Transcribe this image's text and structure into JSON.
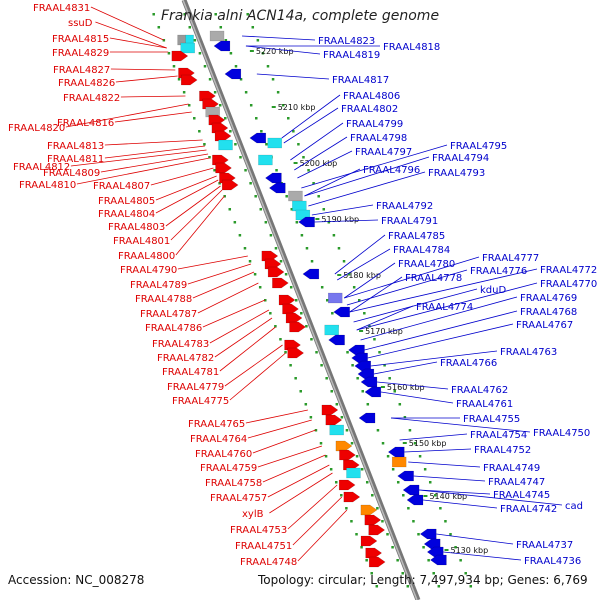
{
  "title": "Frankia alni ACN14a, complete genome",
  "footer": {
    "accession": "Accession: NC_008278",
    "topology": "Topology: circular; Length: 7,497,934 bp; Genes: 6,769"
  },
  "colors": {
    "plus_strand": "#dd0000",
    "minus_strand": "#0000cc",
    "backbone": "#888888",
    "tick": "#33aa33"
  },
  "kbp_marks": [
    "5220 kbp",
    "5210 kbp",
    "5200 kbp",
    "5190 kbp",
    "5180 kbp",
    "5170 kbp",
    "5160 kbp",
    "5150 kbp",
    "5140 kbp",
    "5130 kbp"
  ],
  "left_labels": [
    "FRAAL4831",
    "ssuD",
    "FRAAL4815",
    "FRAAL4829",
    "FRAAL4827",
    "FRAAL4826",
    "FRAAL4822",
    "FRAAL4820",
    "FRAAL4816",
    "FRAAL4813",
    "FRAAL4811",
    "FRAAL4812",
    "FRAAL4809",
    "FRAAL4810",
    "FRAAL4807",
    "FRAAL4805",
    "FRAAL4804",
    "FRAAL4803",
    "FRAAL4801",
    "FRAAL4800",
    "FRAAL4790",
    "FRAAL4789",
    "FRAAL4788",
    "FRAAL4787",
    "FRAAL4786",
    "FRAAL4783",
    "FRAAL4782",
    "FRAAL4781",
    "FRAAL4779",
    "FRAAL4775",
    "FRAAL4765",
    "FRAAL4764",
    "FRAAL4760",
    "FRAAL4759",
    "FRAAL4758",
    "FRAAL4757",
    "xylB",
    "FRAAL4753",
    "FRAAL4751",
    "FRAAL4748"
  ],
  "right_labels": [
    "FRAAL4823",
    "FRAAL4819",
    "FRAAL4818",
    "FRAAL4817",
    "FRAAL4806",
    "FRAAL4802",
    "FRAAL4799",
    "FRAAL4798",
    "FRAAL4797",
    "FRAAL4795",
    "FRAAL4794",
    "FRAAL4796",
    "FRAAL4793",
    "FRAAL4792",
    "FRAAL4791",
    "FRAAL4785",
    "FRAAL4784",
    "FRAAL4780",
    "FRAAL4777",
    "FRAAL4776",
    "FRAAL4778",
    "FRAAL4772",
    "kduD",
    "FRAAL4770",
    "FRAAL4774",
    "FRAAL4769",
    "FRAAL4768",
    "FRAAL4767",
    "FRAAL4763",
    "FRAAL4766",
    "FRAAL4762",
    "FRAAL4761",
    "FRAAL4755",
    "FRAAL4750",
    "FRAAL4754",
    "FRAAL4752",
    "FRAAL4749",
    "FRAAL4747",
    "FRAAL4745",
    "cad",
    "FRAAL4742",
    "FRAAL4737",
    "FRAAL4736"
  ]
}
